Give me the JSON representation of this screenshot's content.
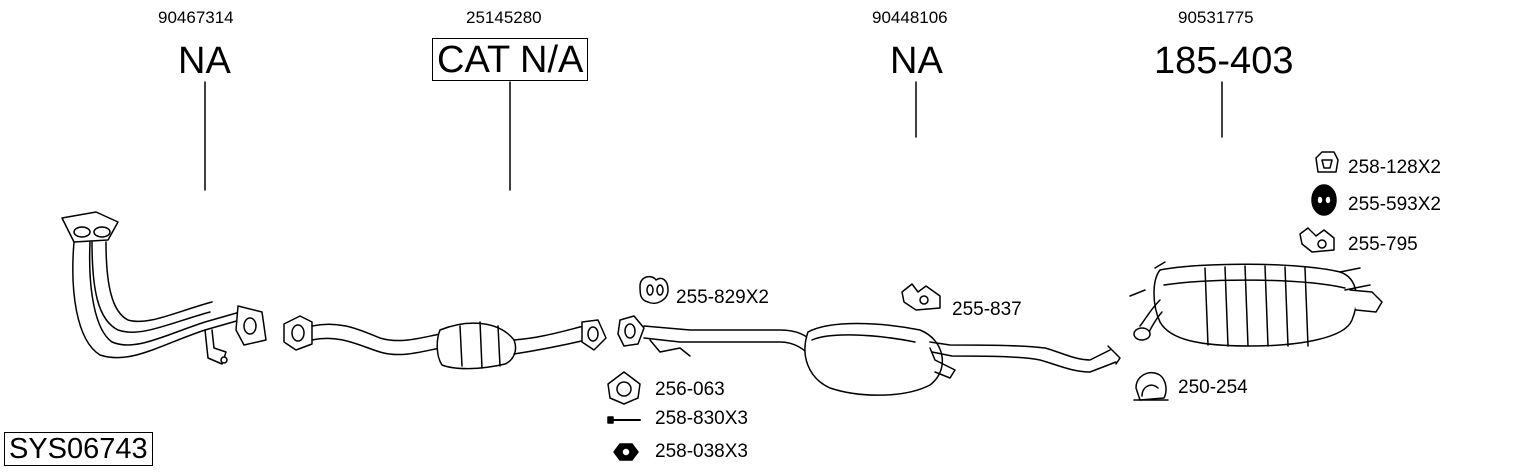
{
  "diagram_id": "SYS06743",
  "parts": [
    {
      "part_number": "90467314",
      "code": "NA"
    },
    {
      "part_number": "25145280",
      "code": "CAT N/A"
    },
    {
      "part_number": "90448106",
      "code": "NA"
    },
    {
      "part_number": "90531775",
      "code": "185-403"
    }
  ],
  "accessories": [
    {
      "label": "258-128X2",
      "icon": "rubber-hanger-icon"
    },
    {
      "label": "255-593X2",
      "icon": "rubber-ring-mount-icon"
    },
    {
      "label": "255-795",
      "icon": "bracket-mount-icon"
    },
    {
      "label": "255-829X2",
      "icon": "gasket-twin-icon"
    },
    {
      "label": "255-837",
      "icon": "bracket-mount-icon"
    },
    {
      "label": "256-063",
      "icon": "flange-gasket-icon"
    },
    {
      "label": "258-830X3",
      "icon": "bolt-icon"
    },
    {
      "label": "258-038X3",
      "icon": "nut-icon"
    },
    {
      "label": "250-254",
      "icon": "pipe-clamp-icon"
    }
  ]
}
